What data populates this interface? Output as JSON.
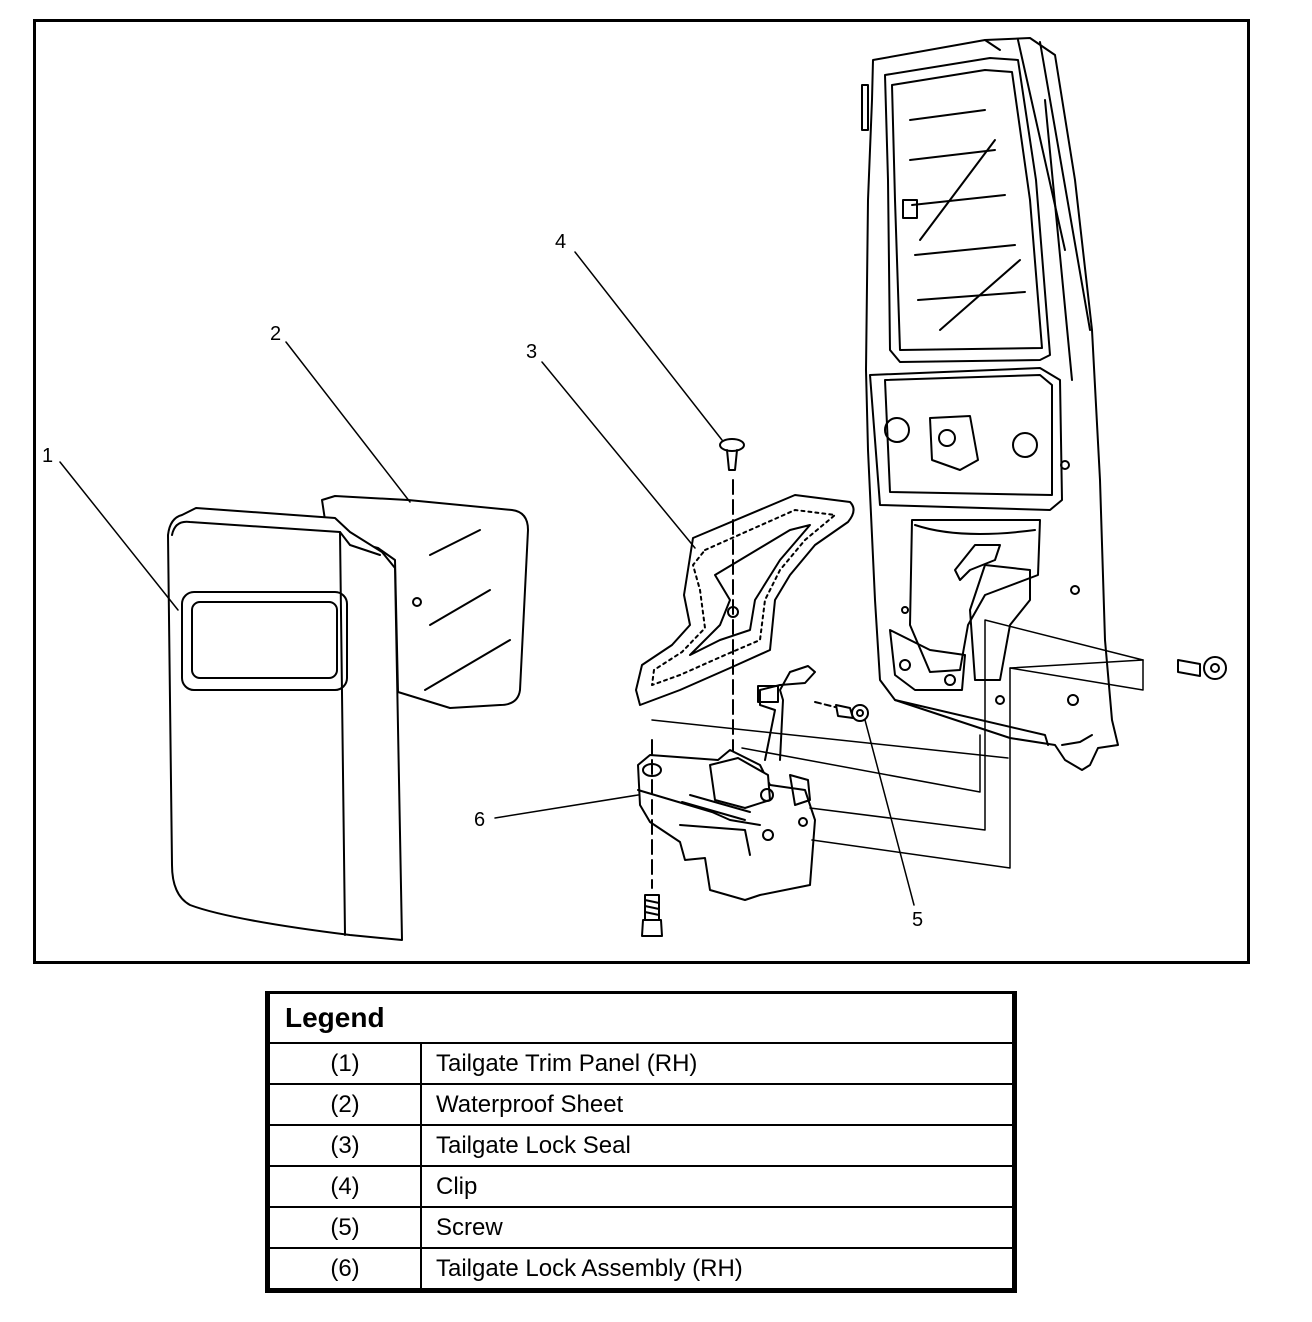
{
  "callouts": [
    "1",
    "2",
    "3",
    "4",
    "5",
    "6"
  ],
  "legend": {
    "title": "Legend",
    "rows": [
      {
        "num": "(1)",
        "label": "Tailgate Trim Panel (RH)"
      },
      {
        "num": "(2)",
        "label": "Waterproof Sheet"
      },
      {
        "num": "(3)",
        "label": "Tailgate Lock Seal"
      },
      {
        "num": "(4)",
        "label": "Clip"
      },
      {
        "num": "(5)",
        "label": "Screw"
      },
      {
        "num": "(6)",
        "label": "Tailgate Lock Assembly (RH)"
      }
    ]
  }
}
